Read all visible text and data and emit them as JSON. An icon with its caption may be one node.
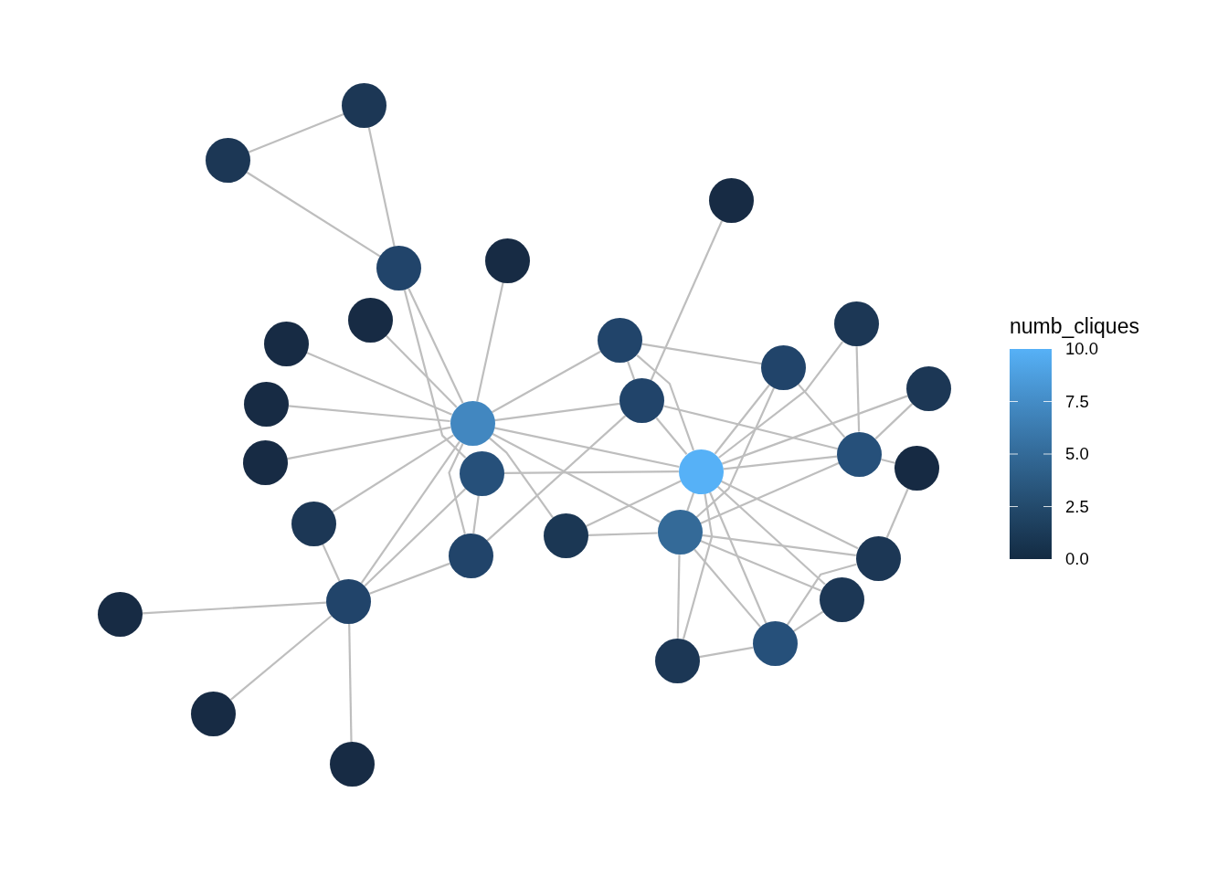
{
  "diagram": {
    "nodes": [
      {
        "text": [],
        "shape": "circle"
      },
      {
        "text": [],
        "shape": "circle"
      },
      {
        "text": [],
        "shape": "circle"
      },
      {
        "text": [],
        "shape": "circle"
      },
      {
        "text": [],
        "shape": "circle"
      },
      {
        "text": [],
        "shape": "circle"
      },
      {
        "text": [],
        "shape": "circle"
      },
      {
        "text": [],
        "shape": "circle"
      },
      {
        "text": [],
        "shape": "circle"
      },
      {
        "text": [],
        "shape": "circle"
      },
      {
        "text": [],
        "shape": "circle"
      },
      {
        "text": [],
        "shape": "circle"
      },
      {
        "text": [],
        "shape": "circle"
      },
      {
        "text": [],
        "shape": "circle"
      },
      {
        "text": [],
        "shape": "circle"
      },
      {
        "text": [],
        "shape": "circle"
      },
      {
        "text": [],
        "shape": "circle"
      },
      {
        "text": [],
        "shape": "circle"
      },
      {
        "text": [],
        "shape": "circle"
      },
      {
        "text": [],
        "shape": "circle"
      },
      {
        "text": [],
        "shape": "circle"
      },
      {
        "text": [],
        "shape": "circle"
      },
      {
        "text": [],
        "shape": "circle"
      },
      {
        "text": [],
        "shape": "circle"
      },
      {
        "text": [],
        "shape": "circle"
      },
      {
        "text": [],
        "shape": "circle"
      },
      {
        "text": [],
        "shape": "circle"
      },
      {
        "text": [],
        "shape": "circle"
      },
      {
        "text": [],
        "shape": "circle"
      },
      {
        "text": [],
        "shape": "circle"
      },
      {
        "text": [],
        "shape": "circle"
      }
    ],
    "edges": [
      {
        "from": 0,
        "to": 1,
        "arrow": "none"
      },
      {
        "from": 0,
        "to": 3,
        "arrow": "none"
      },
      {
        "from": 1,
        "to": 3,
        "arrow": "none"
      },
      {
        "from": 2,
        "to": 12,
        "arrow": "none"
      },
      {
        "from": 3,
        "to": 13,
        "arrow": "none"
      },
      {
        "from": 3,
        "to": 18,
        "arrow": "none"
      },
      {
        "from": 4,
        "to": 13,
        "arrow": "none"
      },
      {
        "from": 5,
        "to": 13,
        "arrow": "none"
      },
      {
        "from": 6,
        "to": 13,
        "arrow": "none"
      },
      {
        "from": 7,
        "to": 9,
        "arrow": "none"
      },
      {
        "from": 7,
        "to": 12,
        "arrow": "none"
      },
      {
        "from": 7,
        "to": 13,
        "arrow": "none"
      },
      {
        "from": 7,
        "to": 17,
        "arrow": "none"
      },
      {
        "from": 8,
        "to": 14,
        "arrow": "none"
      },
      {
        "from": 8,
        "to": 17,
        "arrow": "none"
      },
      {
        "from": 9,
        "to": 14,
        "arrow": "none"
      },
      {
        "from": 9,
        "to": 17,
        "arrow": "none"
      },
      {
        "from": 9,
        "to": 21,
        "arrow": "none"
      },
      {
        "from": 10,
        "to": 14,
        "arrow": "none"
      },
      {
        "from": 10,
        "to": 17,
        "arrow": "none"
      },
      {
        "from": 11,
        "to": 13,
        "arrow": "none"
      },
      {
        "from": 12,
        "to": 13,
        "arrow": "none"
      },
      {
        "from": 12,
        "to": 14,
        "arrow": "none"
      },
      {
        "from": 12,
        "to": 17,
        "arrow": "none"
      },
      {
        "from": 12,
        "to": 22,
        "arrow": "none"
      },
      {
        "from": 13,
        "to": 15,
        "arrow": "none"
      },
      {
        "from": 13,
        "to": 17,
        "arrow": "none"
      },
      {
        "from": 13,
        "to": 19,
        "arrow": "none"
      },
      {
        "from": 13,
        "to": 20,
        "arrow": "none"
      },
      {
        "from": 13,
        "to": 21,
        "arrow": "none"
      },
      {
        "from": 13,
        "to": 22,
        "arrow": "none"
      },
      {
        "from": 13,
        "to": 26,
        "arrow": "none"
      },
      {
        "from": 14,
        "to": 16,
        "arrow": "none"
      },
      {
        "from": 14,
        "to": 17,
        "arrow": "none"
      },
      {
        "from": 14,
        "to": 21,
        "arrow": "none"
      },
      {
        "from": 16,
        "to": 23,
        "arrow": "none"
      },
      {
        "from": 17,
        "to": 18,
        "arrow": "none"
      },
      {
        "from": 17,
        "to": 20,
        "arrow": "none"
      },
      {
        "from": 17,
        "to": 21,
        "arrow": "none"
      },
      {
        "from": 17,
        "to": 23,
        "arrow": "none"
      },
      {
        "from": 17,
        "to": 24,
        "arrow": "none"
      },
      {
        "from": 17,
        "to": 27,
        "arrow": "none"
      },
      {
        "from": 17,
        "to": 28,
        "arrow": "none"
      },
      {
        "from": 18,
        "to": 22,
        "arrow": "none"
      },
      {
        "from": 18,
        "to": 26,
        "arrow": "none"
      },
      {
        "from": 19,
        "to": 26,
        "arrow": "none"
      },
      {
        "from": 20,
        "to": 21,
        "arrow": "none"
      },
      {
        "from": 21,
        "to": 23,
        "arrow": "none"
      },
      {
        "from": 21,
        "to": 24,
        "arrow": "none"
      },
      {
        "from": 21,
        "to": 27,
        "arrow": "none"
      },
      {
        "from": 21,
        "to": 28,
        "arrow": "none"
      },
      {
        "from": 22,
        "to": 26,
        "arrow": "none"
      },
      {
        "from": 23,
        "to": 27,
        "arrow": "none"
      },
      {
        "from": 24,
        "to": 27,
        "arrow": "none"
      },
      {
        "from": 25,
        "to": 26,
        "arrow": "none"
      },
      {
        "from": 26,
        "to": 29,
        "arrow": "none"
      },
      {
        "from": 26,
        "to": 30,
        "arrow": "none"
      },
      {
        "from": 27,
        "to": 28,
        "arrow": "none"
      }
    ],
    "labels": [
      "numb_cliques"
    ],
    "legend": [
      {
        "text": "10.0",
        "color": "#56b1f7"
      },
      {
        "text": "7.5",
        "color": "#448cc6"
      },
      {
        "text": "5.0",
        "color": "#336a98"
      },
      {
        "text": "2.5",
        "color": "#234a6c"
      },
      {
        "text": "0.0",
        "color": "#132b43"
      }
    ]
  }
}
